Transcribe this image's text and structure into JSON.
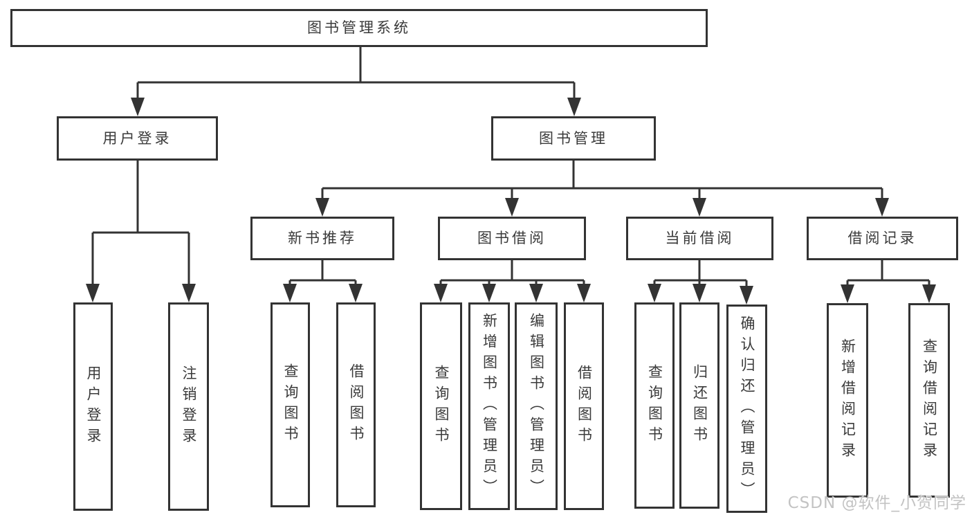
{
  "tree": {
    "label": "图书管理系统",
    "children": [
      {
        "label": "用户登录",
        "children": [
          {
            "label": "用户登录"
          },
          {
            "label": "注销登录"
          }
        ]
      },
      {
        "label": "图书管理",
        "children": [
          {
            "label": "新书推荐",
            "children": [
              {
                "label": "查询图书"
              },
              {
                "label": "借阅图书"
              }
            ]
          },
          {
            "label": "图书借阅",
            "children": [
              {
                "label": "查询图书"
              },
              {
                "label": "新增图书（管理员）"
              },
              {
                "label": "编辑图书（管理员）"
              },
              {
                "label": "借阅图书"
              }
            ]
          },
          {
            "label": "当前借阅",
            "children": [
              {
                "label": "查询图书"
              },
              {
                "label": "归还图书"
              },
              {
                "label": "确认归还（管理员）"
              }
            ]
          },
          {
            "label": "借阅记录",
            "children": [
              {
                "label": "新增借阅记录"
              },
              {
                "label": "查询借阅记录"
              }
            ]
          }
        ]
      }
    ]
  },
  "watermark": "CSDN @软件_小贺同学",
  "colors": {
    "line": "#333333",
    "text": "#3a3a3a",
    "box_background": "#ffffff",
    "page_background": "#ffffff",
    "watermark": "#c3c3c3"
  }
}
